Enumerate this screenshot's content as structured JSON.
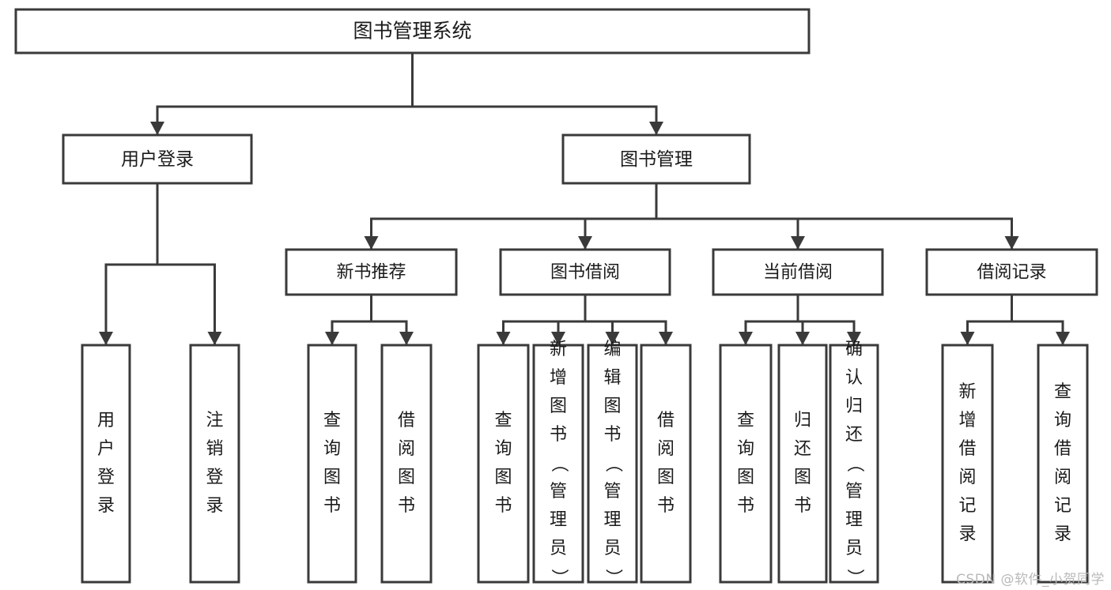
{
  "diagram": {
    "title": "图书管理系统",
    "watermark": "CSDN @软件_小贺同学",
    "colors": {
      "stroke": "#3a3a3a",
      "fill": "#ffffff",
      "text": "#1b1b1b",
      "watermark": "#b9b9b9",
      "background": "#ffffff"
    },
    "nodes": {
      "root": {
        "label": "图书管理系统"
      },
      "level1": [
        {
          "id": "user-login",
          "label": "用户登录"
        },
        {
          "id": "book-manage",
          "label": "图书管理"
        }
      ],
      "level2": [
        {
          "id": "new-book-recommend",
          "label": "新书推荐"
        },
        {
          "id": "book-borrow",
          "label": "图书借阅"
        },
        {
          "id": "current-borrow",
          "label": "当前借阅"
        },
        {
          "id": "borrow-record",
          "label": "借阅记录"
        }
      ],
      "leaves": {
        "user-login": [
          {
            "id": "leaf-user-login",
            "label": "用户登录"
          },
          {
            "id": "leaf-logout-login",
            "label": "注销登录"
          }
        ],
        "new-book-recommend": [
          {
            "id": "leaf-query-book-1",
            "label": "查询图书"
          },
          {
            "id": "leaf-borrow-book-1",
            "label": "借阅图书"
          }
        ],
        "book-borrow": [
          {
            "id": "leaf-query-book-2",
            "label": "查询图书"
          },
          {
            "id": "leaf-add-book",
            "label": "新增图书（管理员）"
          },
          {
            "id": "leaf-edit-book",
            "label": "编辑图书（管理员）"
          },
          {
            "id": "leaf-borrow-book-2",
            "label": "借阅图书"
          }
        ],
        "current-borrow": [
          {
            "id": "leaf-query-book-3",
            "label": "查询图书"
          },
          {
            "id": "leaf-return-book",
            "label": "归还图书"
          },
          {
            "id": "leaf-confirm-return",
            "label": "确认归还（管理员）"
          }
        ],
        "borrow-record": [
          {
            "id": "leaf-add-record",
            "label": "新增借阅记录"
          },
          {
            "id": "leaf-query-record",
            "label": "查询借阅记录"
          }
        ]
      }
    }
  }
}
